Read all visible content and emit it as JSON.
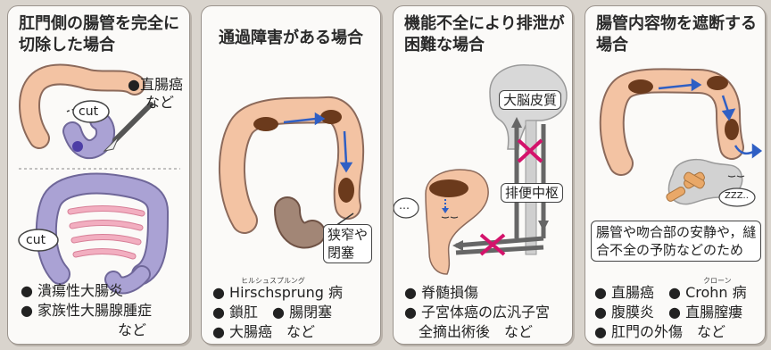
{
  "panels": [
    {
      "title_lines": [
        "肛門側の腸管を完全に",
        "切除した場合"
      ],
      "cut_label_top": "cut",
      "cut_label_bottom": "cut",
      "rectal_cancer_note": [
        "●直腸癌",
        "など"
      ],
      "items": [
        "● 潰瘍性大腸炎",
        "● 家族性大腸腺腫症",
        "など"
      ]
    },
    {
      "title_lines": [
        "通過障害がある場合"
      ],
      "stricture_label": [
        "狭窄や",
        "閉塞"
      ],
      "ruby": "ヒルシュスプルング",
      "items": [
        "● Hirschsprung 病",
        "● 鎖肛　● 腸閉塞",
        "● 大腸癌　など"
      ]
    },
    {
      "title_lines": [
        "機能不全により排泄が",
        "困難な場合"
      ],
      "cortex_label": "大脳皮質",
      "center_label": "排便中枢",
      "ellipsis": "…",
      "items": [
        "● 脊髄損傷",
        "● 子宮体癌の広汎子宮",
        "全摘出術後　など"
      ]
    },
    {
      "title_lines": [
        "腸管内容物を遮断する",
        "場合"
      ],
      "zzz": "ZZZ..",
      "note": [
        "腸管や吻合部の安静や，縫",
        "合不全の予防などのため"
      ],
      "ruby": "クローン",
      "items": [
        "● 直腸癌　● Crohn 病",
        "● 腹膜炎　● 直腸膣瘻",
        "● 肛門の外傷　など"
      ]
    }
  ],
  "colors": {
    "colon": "#f3c3a3",
    "colon_edge": "#8c6a5b",
    "stool": "#6b3a1c",
    "purple": "#aaa2d4",
    "pink": "#f2aec0",
    "arrow": "#2f5fc4",
    "cross": "#d4136b"
  }
}
